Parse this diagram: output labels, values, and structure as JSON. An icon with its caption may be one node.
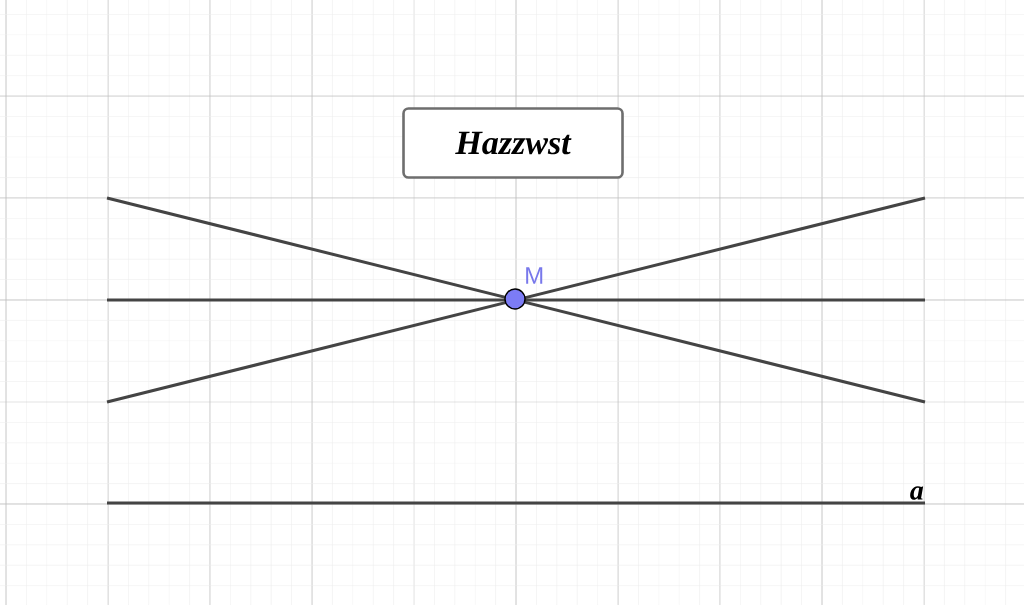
{
  "diagram": {
    "nodes": [
      {
        "text": [
          "Hazzwst"
        ]
      },
      {
        "text": [],
        "shape": "circle",
        "beside": [
          "M"
        ]
      }
    ],
    "labels": [
      "a"
    ]
  }
}
